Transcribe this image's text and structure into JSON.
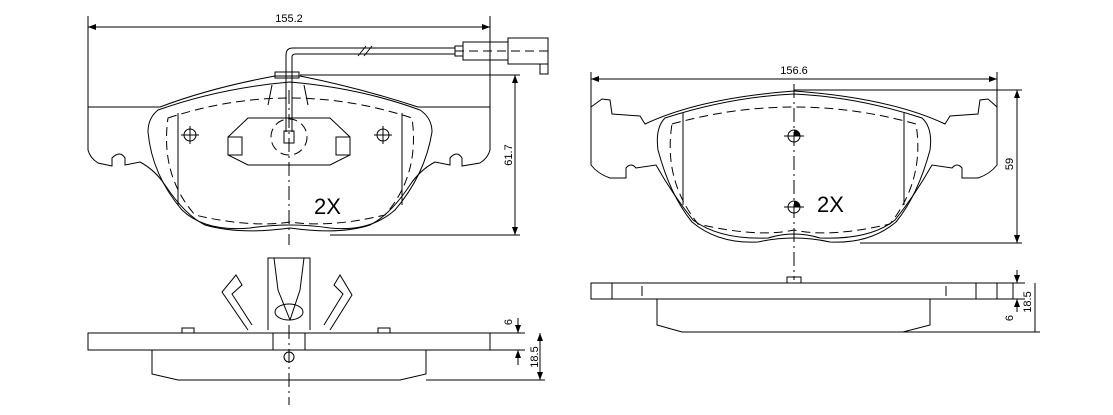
{
  "left_pad": {
    "width_dim": "155.2",
    "height_dim": "61.7",
    "quantity": "2X",
    "plate_thickness_dim": "6",
    "total_thickness_dim": "18.5"
  },
  "right_pad": {
    "width_dim": "156.6",
    "height_dim": "59",
    "quantity": "2X",
    "plate_thickness_dim": "6",
    "total_thickness_dim": "18.5"
  }
}
